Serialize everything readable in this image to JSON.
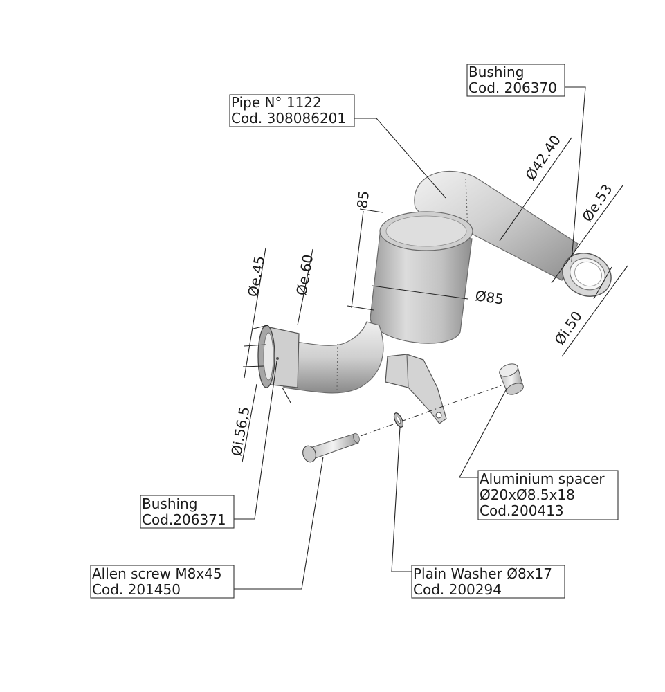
{
  "callouts": {
    "bushing_top": {
      "line1": "Bushing",
      "line2": "Cod. 206370"
    },
    "pipe": {
      "line1": "Pipe N° 1122",
      "line2": "Cod. 308086201"
    },
    "bushing_left": {
      "line1": "Bushing",
      "line2": "Cod.206371"
    },
    "allen_screw": {
      "line1": "Allen screw M8x45",
      "line2": "Cod. 201450"
    },
    "washer": {
      "line1": "Plain Washer Ø8x17",
      "line2": "Cod. 200294"
    },
    "spacer": {
      "line1": "Aluminium spacer",
      "line2": "Ø20xØ8.5x18",
      "line3": "Cod.200413"
    }
  },
  "dimensions": {
    "height_85": "85",
    "dia_85": "Ø85",
    "dia_4240": "Ø42.40",
    "dia_e53": "Øe.53",
    "dia_i50": "Øi.50",
    "dia_e45": "Øe.45",
    "dia_e60": "Øe.60",
    "dia_i565": "Øi.56,5"
  },
  "colors": {
    "metal_light": "#e6e6e6",
    "metal_mid": "#bdbdbd",
    "metal_dark": "#8c8c8c",
    "line": "#222222"
  }
}
